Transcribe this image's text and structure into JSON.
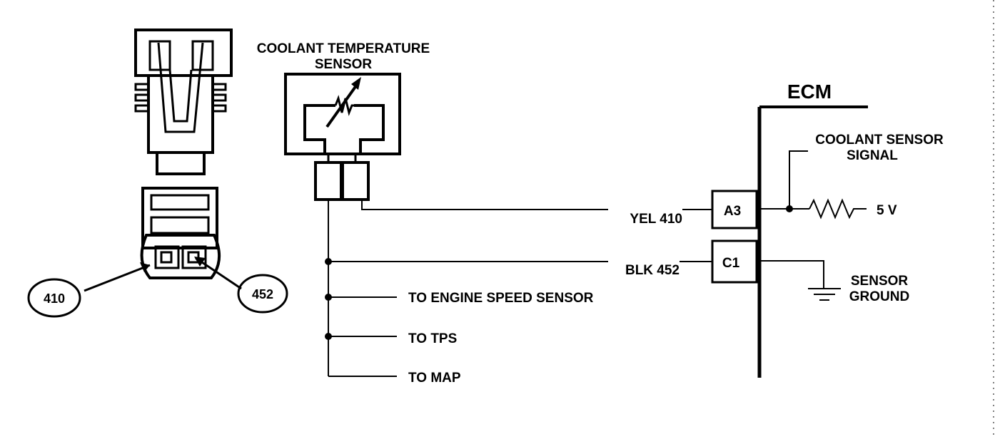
{
  "sensor_title": {
    "line1": "COOLANT TEMPERATURE",
    "line2": "SENSOR"
  },
  "ecm": {
    "title": "ECM"
  },
  "pins": {
    "a3": "A3",
    "c1": "C1"
  },
  "wires": {
    "yellow": "YEL  410",
    "black": "BLK  452"
  },
  "signal_label": {
    "line1": "COOLANT SENSOR",
    "line2": "SIGNAL"
  },
  "voltage": "5 V",
  "ground_label": {
    "line1": "SENSOR",
    "line2": "GROUND"
  },
  "branches": {
    "engine_speed": "TO ENGINE SPEED SENSOR",
    "tps": "TO TPS",
    "map": "TO MAP"
  },
  "callouts": {
    "left": "410",
    "right": "452"
  }
}
